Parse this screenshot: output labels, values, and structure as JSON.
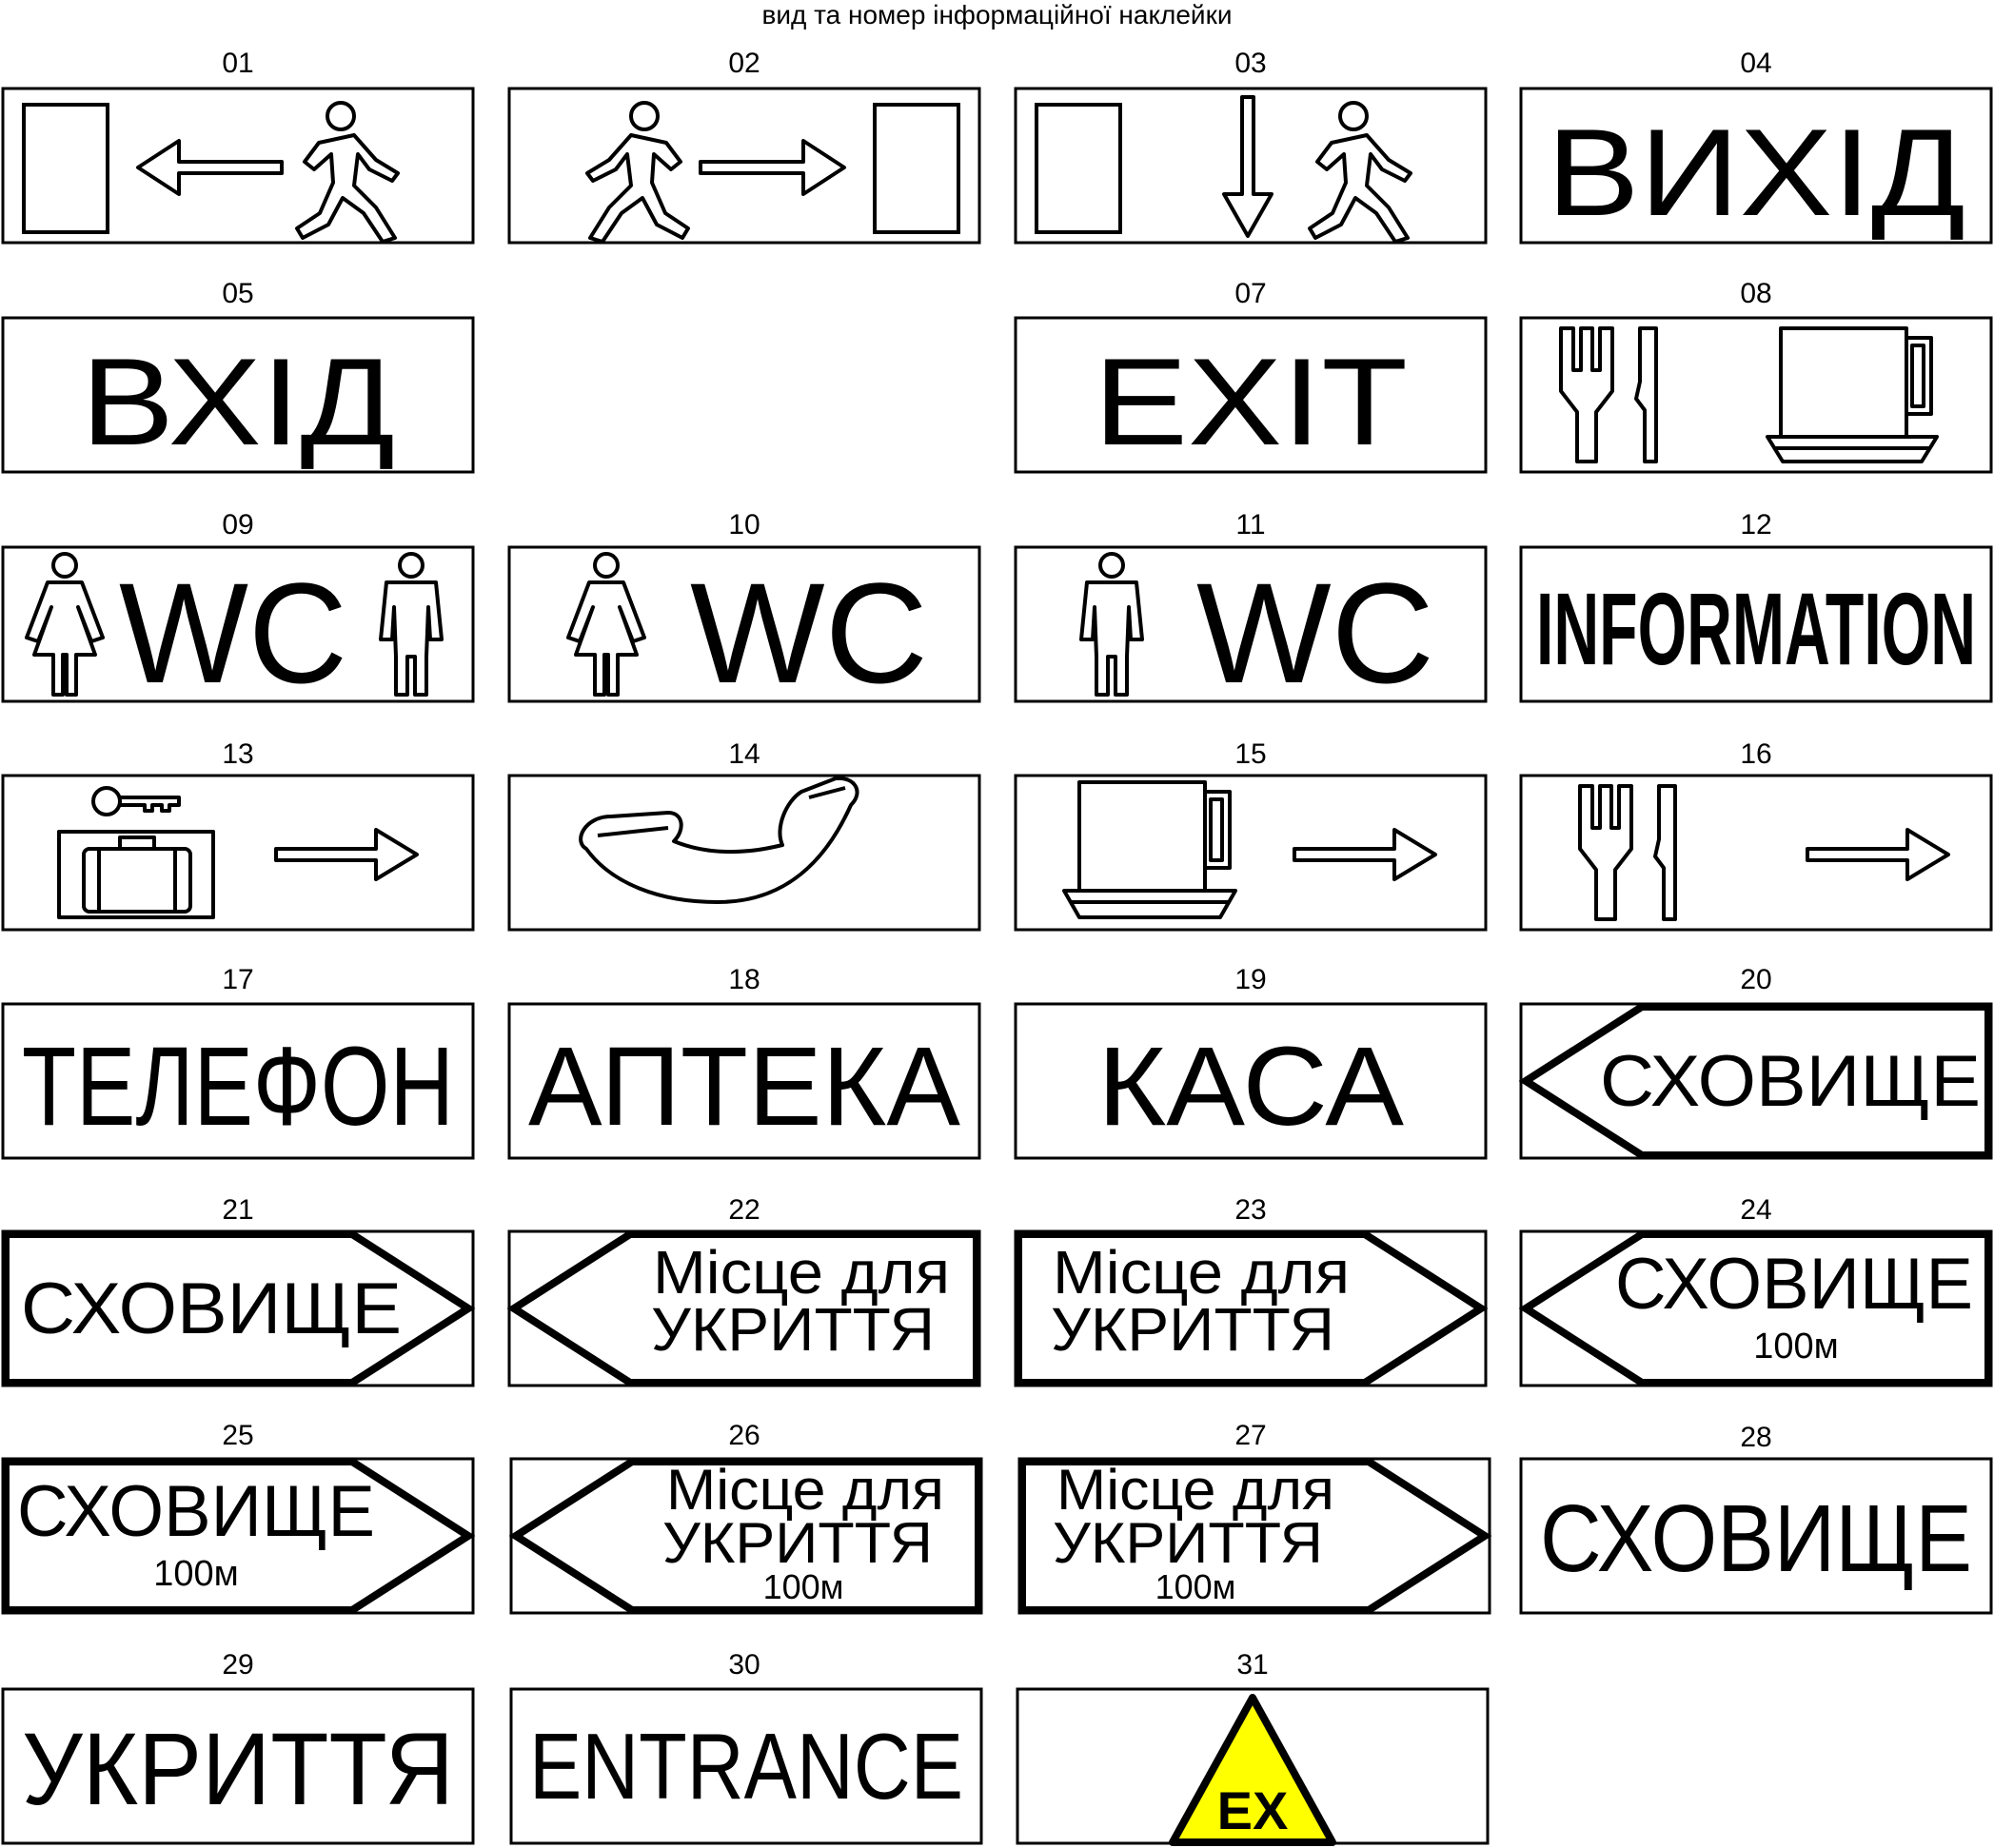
{
  "page_title": "вид та номер інформаційної наклейки",
  "signs": [
    {
      "num": "01"
    },
    {
      "num": "02"
    },
    {
      "num": "03"
    },
    {
      "num": "04",
      "text": "ВИХІД"
    },
    {
      "num": "05",
      "text": "ВХІД"
    },
    {
      "num": "07",
      "text": "EXIT"
    },
    {
      "num": "08"
    },
    {
      "num": "09",
      "text": "WC"
    },
    {
      "num": "10",
      "text": "WC"
    },
    {
      "num": "11",
      "text": "WC"
    },
    {
      "num": "12",
      "text": "INFORMATION"
    },
    {
      "num": "13"
    },
    {
      "num": "14"
    },
    {
      "num": "15"
    },
    {
      "num": "16"
    },
    {
      "num": "17",
      "text": "ТЕЛЕФОН"
    },
    {
      "num": "18",
      "text": "АПТЕКА"
    },
    {
      "num": "19",
      "text": "КАСА"
    },
    {
      "num": "20",
      "text": "СХОВИЩЕ"
    },
    {
      "num": "21",
      "text": "СХОВИЩЕ"
    },
    {
      "num": "22",
      "line1": "Місце для",
      "line2": "УКРИТТЯ"
    },
    {
      "num": "23",
      "line1": "Місце для",
      "line2": "УКРИТТЯ"
    },
    {
      "num": "24",
      "text": "СХОВИЩЕ",
      "distance": "100м"
    },
    {
      "num": "25",
      "text": "СХОВИЩЕ",
      "distance": "100м"
    },
    {
      "num": "26",
      "line1": "Місце для",
      "line2": "УКРИТТЯ",
      "distance": "100м"
    },
    {
      "num": "27",
      "line1": "Місце для",
      "line2": "УКРИТТЯ",
      "distance": "100м"
    },
    {
      "num": "28",
      "text": "СХОВИЩЕ"
    },
    {
      "num": "29",
      "text": "УКРИТТЯ"
    },
    {
      "num": "30",
      "text": "ENTRANCE"
    },
    {
      "num": "31",
      "text": "EX"
    }
  ],
  "colors": {
    "ink": "#000000",
    "warning_yellow": "#FFFF00"
  }
}
